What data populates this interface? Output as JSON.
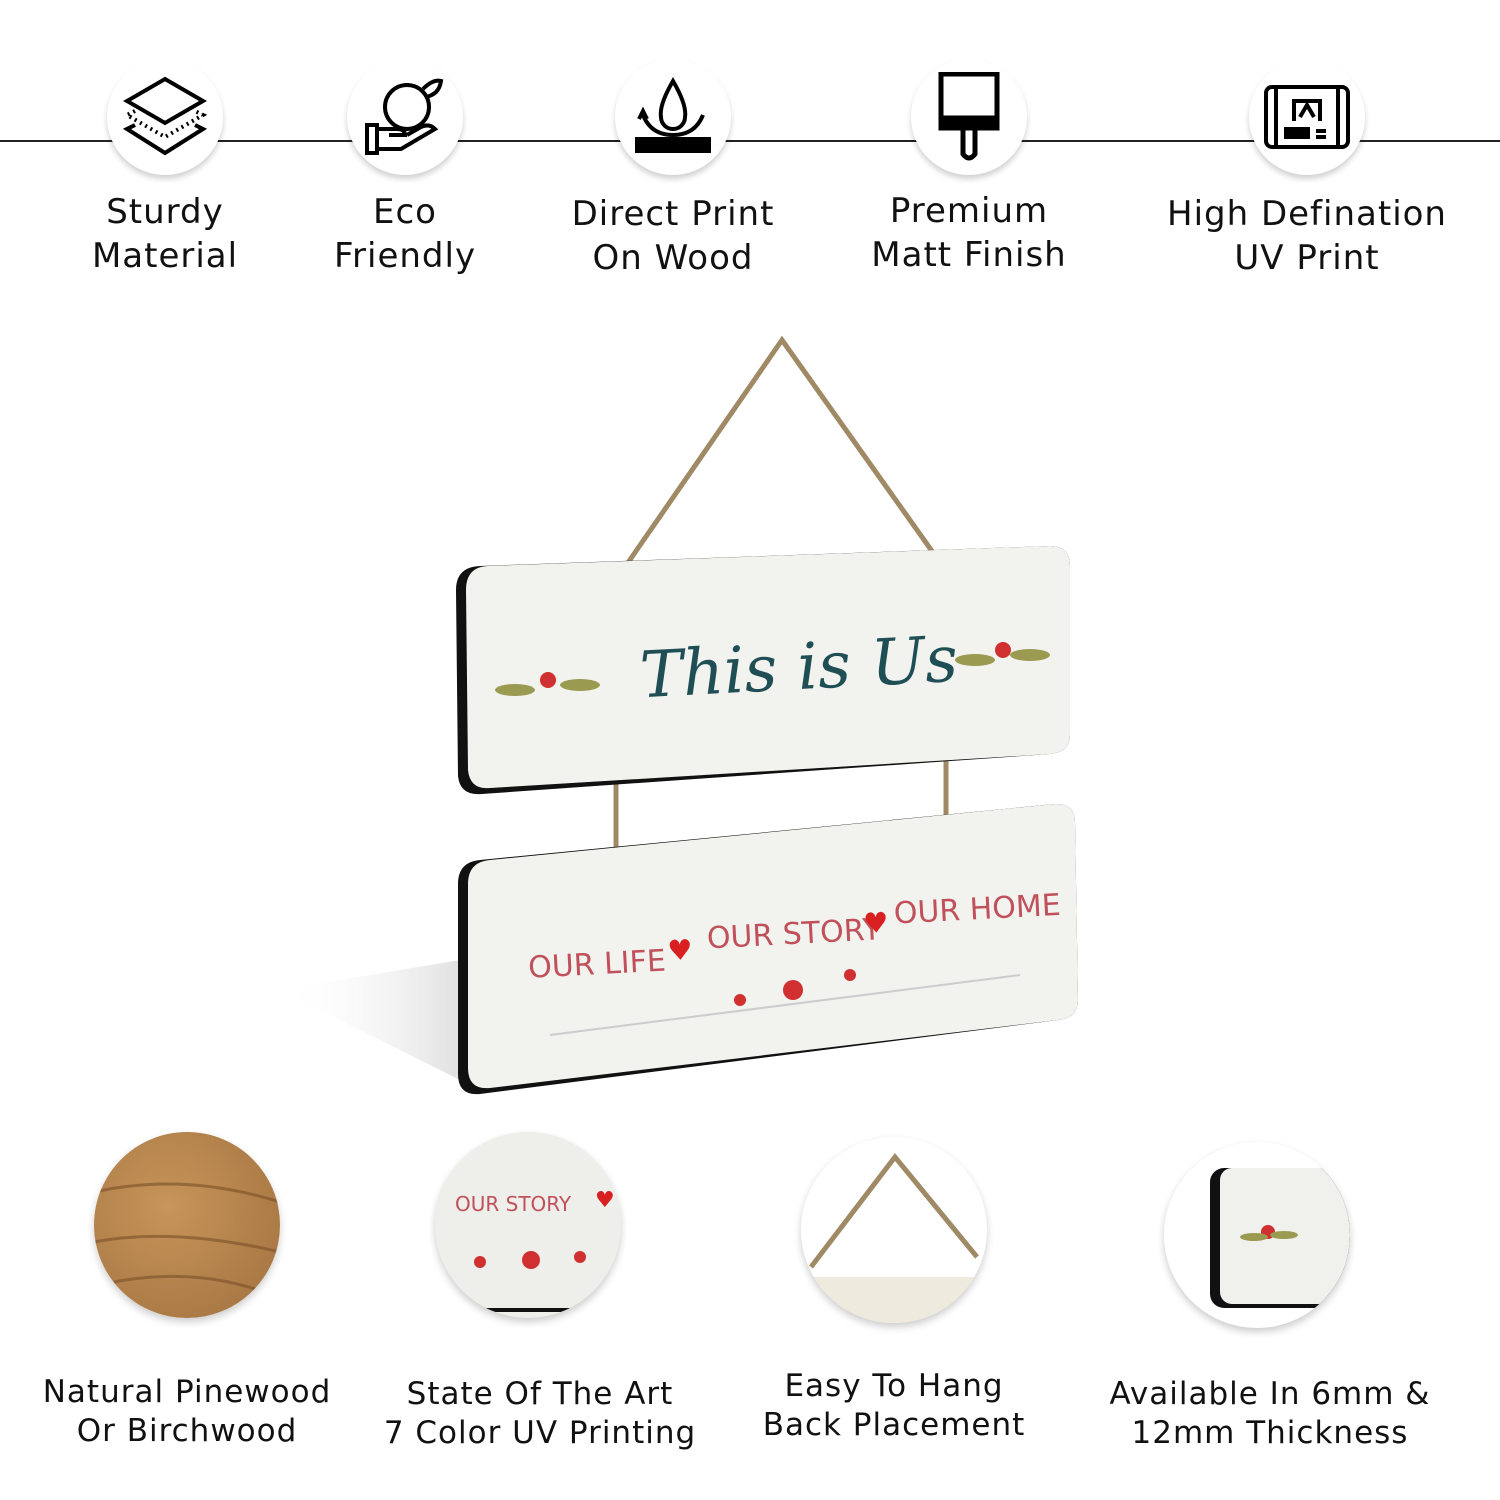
{
  "features_top": [
    {
      "icon": "layers-icon",
      "line1": "Sturdy",
      "line2": "Material"
    },
    {
      "icon": "eco-hand-globe-icon",
      "line1": "Eco",
      "line2": "Friendly"
    },
    {
      "icon": "water-drop-print-icon",
      "line1": "Direct Print",
      "line2": "On Wood"
    },
    {
      "icon": "paint-brush-icon",
      "line1": "Premium",
      "line2": "Matt Finish"
    },
    {
      "icon": "uv-printer-icon",
      "line1": "High Defination",
      "line2": "UV Print"
    }
  ],
  "product": {
    "top_text": "This is Us",
    "bottom_words": [
      "OUR LIFE",
      "OUR STORY",
      "OUR HOME"
    ]
  },
  "features_bottom": [
    {
      "line1": "Natural Pinewood",
      "line2": "Or Birchwood"
    },
    {
      "line1": "State Of The Art",
      "line2": "7 Color UV Printing",
      "detail_text": "OUR STORY"
    },
    {
      "line1": "Easy To Hang",
      "line2": "Back Placement"
    },
    {
      "line1": "Available In  6mm &",
      "line2": "12mm Thickness"
    }
  ],
  "colors": {
    "accent_red": "#d92020",
    "script_teal": "#1f4f55",
    "board": "#f2f2ef",
    "twine": "#a08a66"
  }
}
